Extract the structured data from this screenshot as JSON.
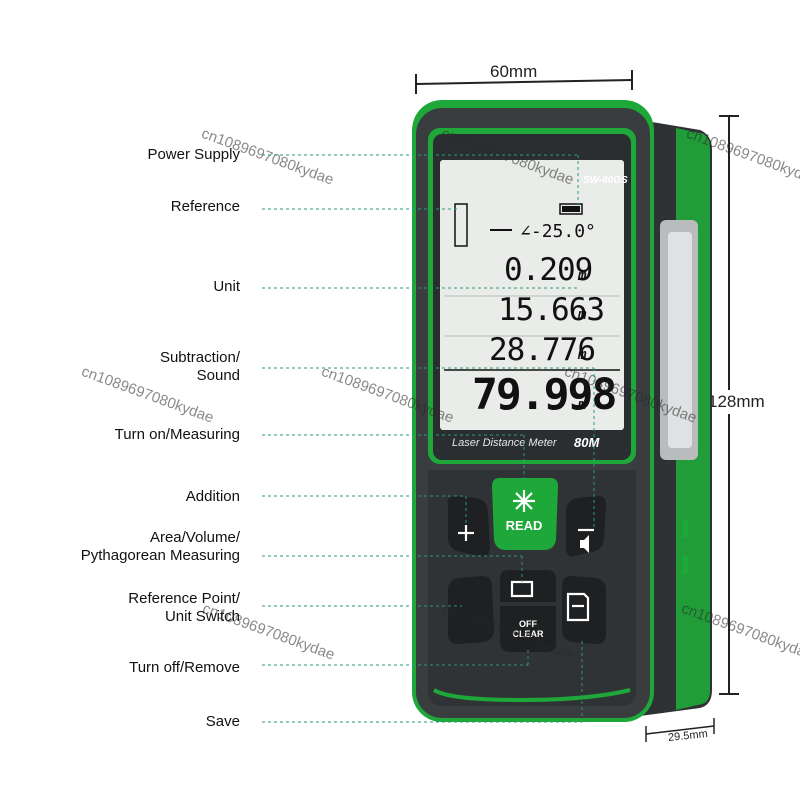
{
  "dimensions": {
    "width": "60mm",
    "height": "128mm",
    "depth": "29.5mm"
  },
  "callouts": [
    {
      "id": "power",
      "text": "Power Supply"
    },
    {
      "id": "reference",
      "text": "Reference"
    },
    {
      "id": "unit",
      "text": "Unit"
    },
    {
      "id": "subtraction",
      "text": "Subtraction/\nSound"
    },
    {
      "id": "turn-on",
      "text": "Turn on/Measuring"
    },
    {
      "id": "addition",
      "text": "Addition"
    },
    {
      "id": "area",
      "text": "Area/Volume/\nPythagorean Measuring"
    },
    {
      "id": "refpoint",
      "text": "Reference Point/\nUnit Switch"
    },
    {
      "id": "turn-off",
      "text": "Turn off/Remove"
    },
    {
      "id": "save",
      "text": "Save"
    }
  ],
  "device": {
    "model": "SW-80GS",
    "brand_strip": "Laser Distance Meter",
    "range": "80M",
    "lcd": {
      "angle": "25.0",
      "line1": "0.209",
      "line2": "15.663",
      "line3": "28.776",
      "main": "79.998",
      "unit": "m"
    },
    "buttons": {
      "read": "READ",
      "off_clear": "OFF\nCLEAR"
    }
  },
  "watermark": "cn1089697080kydae",
  "colors": {
    "accent": "#1fa83a",
    "body": "#3a3d3f",
    "lcd": "#e9ece8"
  }
}
